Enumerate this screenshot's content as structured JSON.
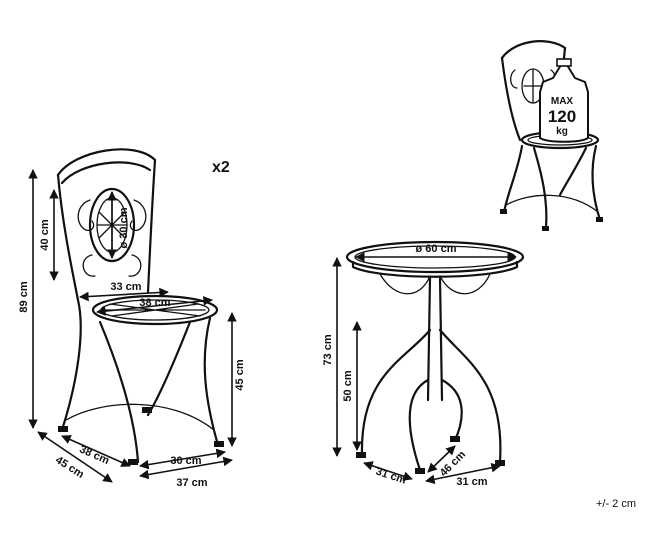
{
  "chair": {
    "quantity": "x2",
    "height_total": "89 cm",
    "height_back": "40 cm",
    "medallion_diameter": "ø 30 cm",
    "back_width": "33 cm",
    "seat_diameter": "38 cm",
    "seat_height": "45 cm",
    "depth_front": "38 cm",
    "depth_base": "45 cm",
    "width_front": "30 cm",
    "width_base": "37 cm"
  },
  "table": {
    "top_diameter": "ø 60 cm",
    "height_total": "73 cm",
    "height_lower": "50 cm",
    "foot_left": "31 cm",
    "foot_diagonal": "46 cm",
    "foot_base": "31 cm"
  },
  "load": {
    "max_label": "MAX",
    "value": "120",
    "unit": "kg"
  },
  "tolerance": "+/- 2 cm"
}
